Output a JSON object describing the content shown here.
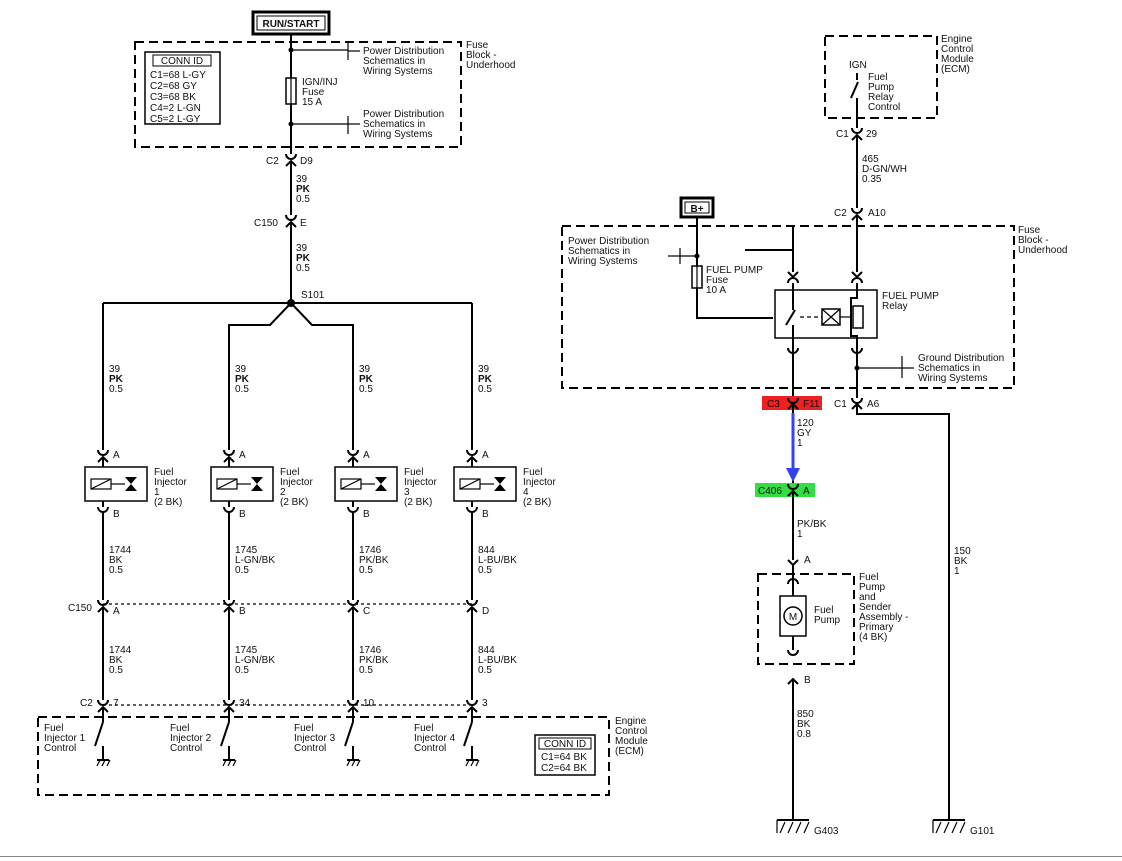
{
  "colors": {
    "wire": "#000000",
    "highlight_red": "#ee2020",
    "highlight_green": "#33dd44",
    "arrow_blue": "#3344ee"
  },
  "left": {
    "run_start": "RUN/START",
    "fuse_block": {
      "title": [
        "Fuse",
        "Block -",
        "Underhood"
      ]
    },
    "conn_id": {
      "title": "CONN ID",
      "items": [
        "C1=68 L-GY",
        "C2=68 GY",
        "C3=68 BK",
        "C4=2 L-GN",
        "C5=2 L-GY"
      ]
    },
    "power_dist_top": [
      "Power Distribution",
      "Schematics in",
      "Wiring Systems"
    ],
    "power_dist_bottom": [
      "Power Distribution",
      "Schematics in",
      "Wiring Systems"
    ],
    "ign_fuse": [
      "IGN/INJ",
      "Fuse",
      "15 A"
    ],
    "c2_label": "C2",
    "d9_label": "D9",
    "wire_39a": [
      "39",
      "PK",
      "0.5"
    ],
    "c150_label": "C150",
    "e_label": "E",
    "wire_39b": [
      "39",
      "PK",
      "0.5"
    ],
    "s101": "S101",
    "injectors": [
      {
        "wire_top": [
          "39",
          "PK",
          "0.5"
        ],
        "pin_a": "A",
        "pin_b": "B",
        "label": [
          "Fuel",
          "Injector",
          "1",
          "(2 BK)"
        ],
        "wire_mid": [
          "1744",
          "BK",
          "0.5"
        ],
        "c150_pin": "A",
        "wire_low": [
          "1744",
          "BK",
          "0.5"
        ],
        "ecm_pin": "7",
        "control": [
          "Fuel",
          "Injector 1",
          "Control"
        ]
      },
      {
        "wire_top": [
          "39",
          "PK",
          "0.5"
        ],
        "pin_a": "A",
        "pin_b": "B",
        "label": [
          "Fuel",
          "Injector",
          "2",
          "(2 BK)"
        ],
        "wire_mid": [
          "1745",
          "L-GN/BK",
          "0.5"
        ],
        "c150_pin": "B",
        "wire_low": [
          "1745",
          "L-GN/BK",
          "0.5"
        ],
        "ecm_pin": "34",
        "control": [
          "Fuel",
          "Injector 2",
          "Control"
        ]
      },
      {
        "wire_top": [
          "39",
          "PK",
          "0.5"
        ],
        "pin_a": "A",
        "pin_b": "B",
        "label": [
          "Fuel",
          "Injector",
          "3",
          "(2 BK)"
        ],
        "wire_mid": [
          "1746",
          "PK/BK",
          "0.5"
        ],
        "c150_pin": "C",
        "wire_low": [
          "1746",
          "PK/BK",
          "0.5"
        ],
        "ecm_pin": "10",
        "control": [
          "Fuel",
          "Injector 3",
          "Control"
        ]
      },
      {
        "wire_top": [
          "39",
          "PK",
          "0.5"
        ],
        "pin_a": "A",
        "pin_b": "B",
        "label": [
          "Fuel",
          "Injector",
          "4",
          "(2 BK)"
        ],
        "wire_mid": [
          "844",
          "L-BU/BK",
          "0.5"
        ],
        "c150_pin": "D",
        "wire_low": [
          "844",
          "L-BU/BK",
          "0.5"
        ],
        "ecm_pin": "3",
        "control": [
          "Fuel",
          "Injector 4",
          "Control"
        ]
      }
    ],
    "c150_row_label": "C150",
    "c2_row_label": "C2",
    "ecm": {
      "title": [
        "Engine",
        "Control",
        "Module",
        "(ECM)"
      ],
      "conn_title": "CONN ID",
      "conn_items": [
        "C1=64 BK",
        "C2=64 BK"
      ]
    }
  },
  "right": {
    "ecm": {
      "title": [
        "Engine",
        "Control",
        "Module",
        "(ECM)"
      ],
      "ign": "IGN",
      "relay_control": [
        "Fuel",
        "Pump",
        "Relay",
        "Control"
      ]
    },
    "c1_29": {
      "conn": "C1",
      "pin": "29"
    },
    "wire_465": [
      "465",
      "D-GN/WH",
      "0.35"
    ],
    "c2_a10": {
      "conn": "C2",
      "pin": "A10"
    },
    "b_plus": "B+",
    "fuse_block": {
      "title": [
        "Fuse",
        "Block -",
        "Underhood"
      ]
    },
    "power_dist": [
      "Power Distribution",
      "Schematics in",
      "Wiring Systems"
    ],
    "fuel_pump_fuse": [
      "FUEL PUMP",
      "Fuse",
      "10 A"
    ],
    "fuel_pump_relay": [
      "FUEL PUMP",
      "Relay"
    ],
    "ground_dist": [
      "Ground Distribution",
      "Schematics in",
      "Wiring Systems"
    ],
    "c3_f11": {
      "conn": "C3",
      "pin": "F11"
    },
    "c1_a6": {
      "conn": "C1",
      "pin": "A6"
    },
    "wire_120": [
      "120",
      "GY",
      "1"
    ],
    "c406_a": {
      "conn": "C406",
      "pin": "A"
    },
    "wire_pkbk": [
      "PK/BK",
      "1"
    ],
    "pump_pin_a": "A",
    "fuel_pump_assy": [
      "Fuel",
      "Pump",
      "and",
      "Sender",
      "Assembly -",
      "Primary",
      "(4 BK)"
    ],
    "motor_symbol": "M",
    "fuel_pump_label": [
      "Fuel",
      "Pump"
    ],
    "pump_pin_b": "B",
    "wire_850": [
      "850",
      "BK",
      "0.8"
    ],
    "wire_150": [
      "150",
      "BK",
      "1"
    ],
    "g403": "G403",
    "g101": "G101"
  }
}
